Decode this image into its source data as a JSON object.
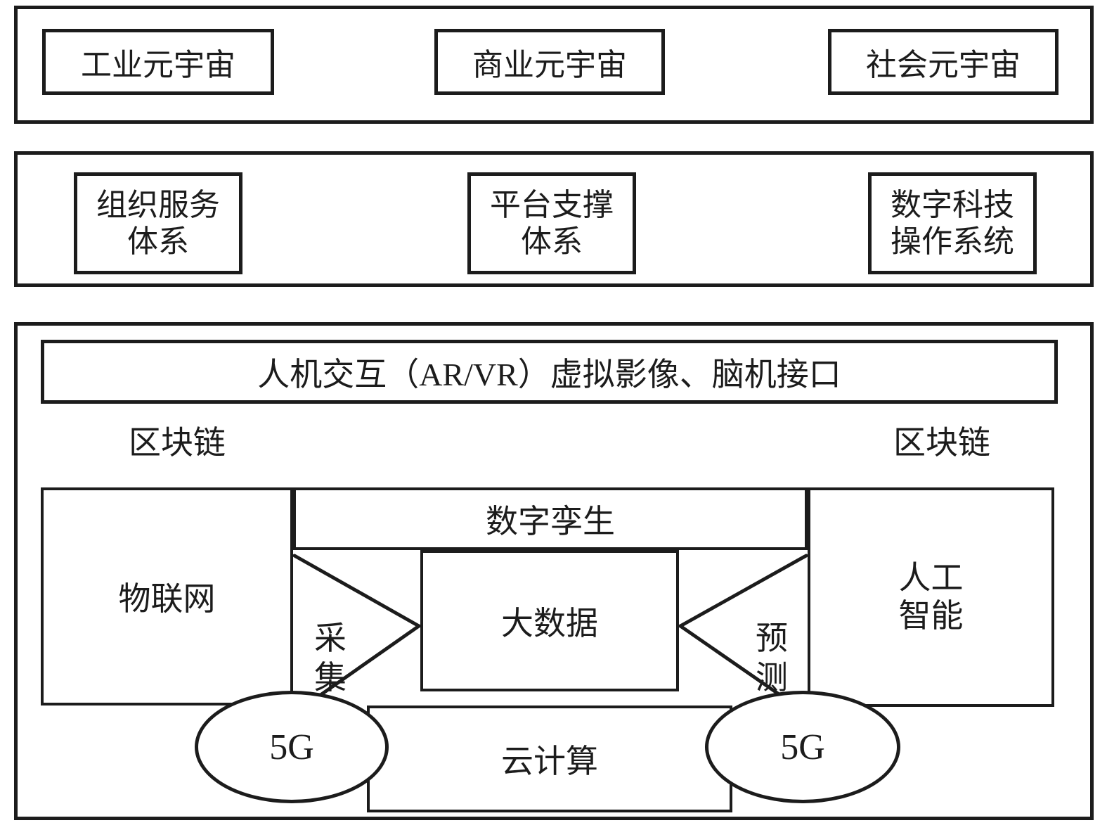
{
  "diagram": {
    "application_layer": {
      "boxes": [
        {
          "label": "工业元宇宙"
        },
        {
          "label": "商业元宇宙"
        },
        {
          "label": "社会元宇宙"
        }
      ]
    },
    "support_layer": {
      "boxes": [
        {
          "label": "组织服务\n体系"
        },
        {
          "label": "平台支撑\n体系"
        },
        {
          "label": "数字科技\n操作系统"
        }
      ]
    },
    "technology_layer": {
      "interaction_bar": "人机交互（AR/VR）虚拟影像、脑机接口",
      "blockchain_left": "区块链",
      "blockchain_right": "区块链",
      "iot": "物联网",
      "digital_twin": "数字孪生",
      "big_data": "大数据",
      "collect": "采\n集",
      "predict": "预\n测",
      "ai": "人工\n智能",
      "cloud": "云计算",
      "five_g_left": "5G",
      "five_g_right": "5G"
    },
    "colors": {
      "line": "#1c1c1c",
      "background": "#ffffff"
    }
  }
}
